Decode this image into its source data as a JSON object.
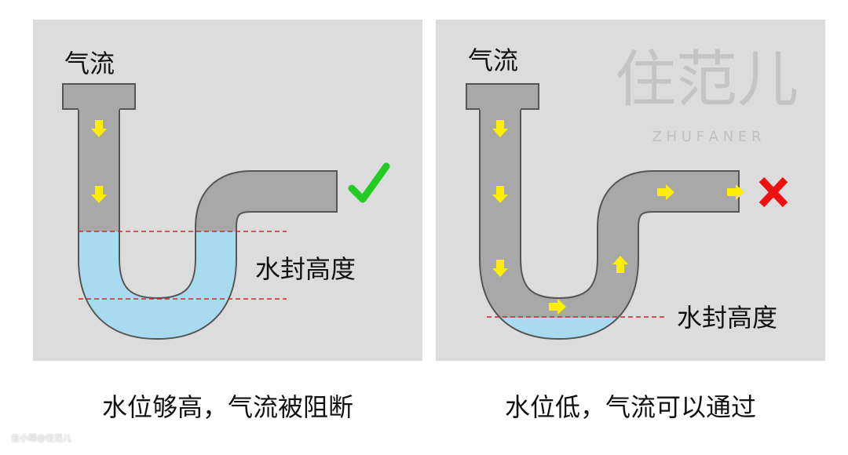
{
  "left_panel": {
    "airflow_label": "气流",
    "seal_label": "水封高度",
    "caption": "水位够高，气流被阻断",
    "result_icon": "check-icon"
  },
  "right_panel": {
    "airflow_label": "气流",
    "seal_label": "水封高度",
    "caption": "水位低，气流可以通过",
    "result_icon": "cross-icon"
  },
  "logo": {
    "text": "住范儿",
    "subtitle": "Z H U F A N E R"
  },
  "watermark": "住小帮@住范儿",
  "colors": {
    "panel": "#dcdcdc",
    "pipe": "#a8a8a8",
    "water": "#a9dbf0",
    "arrow": "#ffee00",
    "check": "#22cc22",
    "cross": "#ee1111",
    "dash": "#d0252a"
  }
}
